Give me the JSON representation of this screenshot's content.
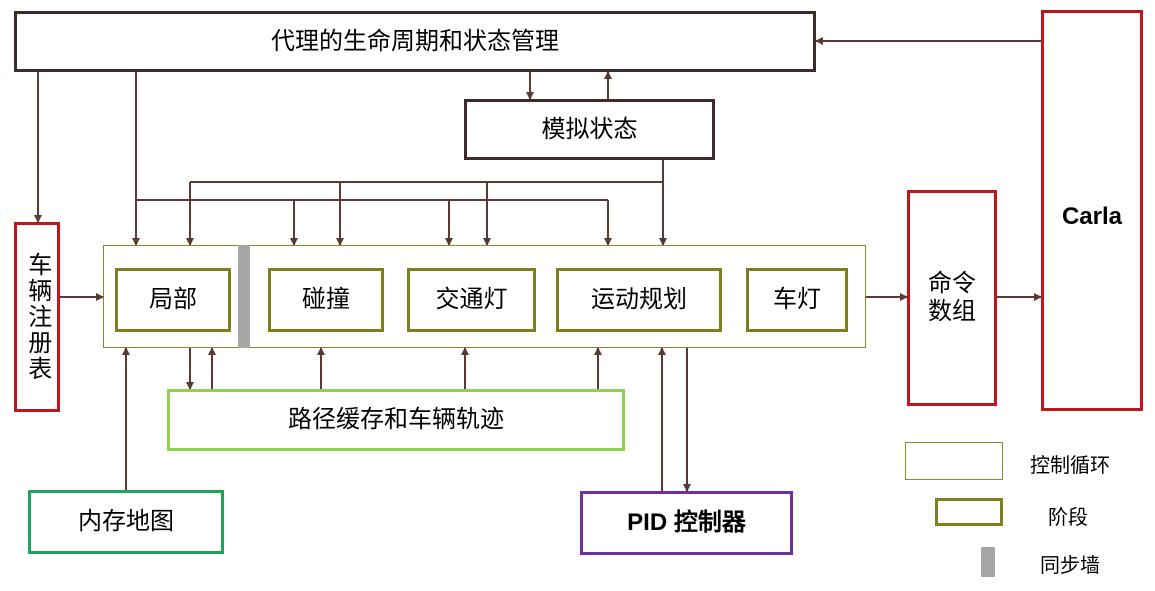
{
  "nodes": {
    "lifecycle": "代理的生命周期和状态管理",
    "sim_state": "模拟状态",
    "vehicle_registry": "车辆注册表",
    "command_array": "命令数组",
    "carla": "Carla",
    "local": "局部",
    "collision": "碰撞",
    "traffic_light": "交通灯",
    "motion_planning": "运动规划",
    "car_light": "车灯",
    "path_buffer": "路径缓存和车辆轨迹",
    "memory_map": "内存地图",
    "pid_controller": "PID 控制器"
  },
  "legend": {
    "control_loop": "控制循环",
    "stage": "阶段",
    "sync_wall": "同步墙"
  },
  "colors": {
    "arrow": "#5a3a33",
    "dark": "#3e2b2b",
    "red": "#c0151a",
    "green": "#1fa25b",
    "purple": "#7030a0",
    "olive": "#7f7f1f",
    "lightgreen": "#92d050",
    "wall": "#a6a6a6"
  }
}
